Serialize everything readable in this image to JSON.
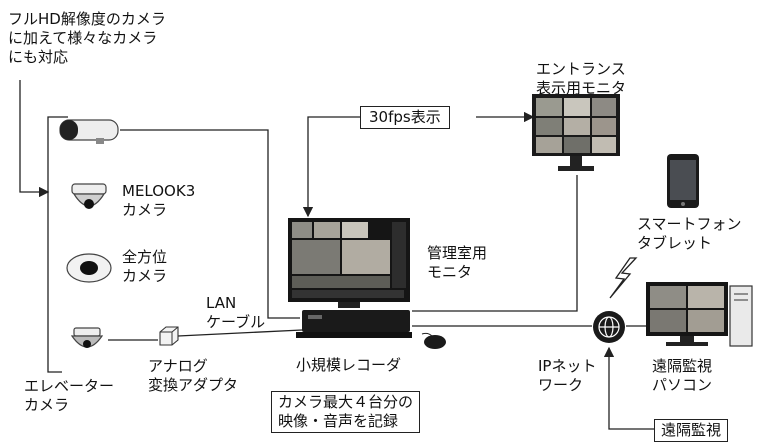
{
  "labels": {
    "camera_note": "フルHD解像度のカメラ\nに加えて様々なカメラ\nにも対応",
    "entrance_monitor": "エントランス\n表示用モニタ",
    "fps_label": "30fps表示",
    "melook3": "MELOOK3\nカメラ",
    "omni": "全方位\nカメラ",
    "mgmt_monitor": "管理室用\nモニタ",
    "smartphone": "スマートフォン\nタブレット",
    "lan_cable": "LAN\nケーブル",
    "analog_adapter": "アナログ\n変換アダプタ",
    "recorder": "小規模レコーダ",
    "ip_network": "IPネット\nワーク",
    "remote_pc": "遠隔監視\nパソコン",
    "elevator_camera": "エレベーター\nカメラ",
    "recording_note": "カメラ最大４台分の\n映像・音声を記録",
    "remote_monitoring": "遠隔監視"
  },
  "colors": {
    "line": "#222222",
    "device_dark": "#1a1a1a",
    "device_light": "#e8e8e8",
    "screen_tint": "#8a8f86"
  }
}
